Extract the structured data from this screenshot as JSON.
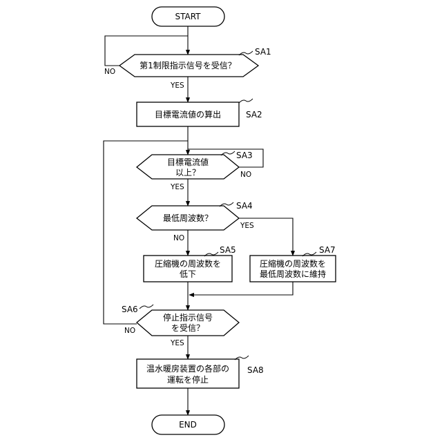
{
  "terminals": {
    "start": "START",
    "end": "END"
  },
  "steps": {
    "sa1": {
      "id": "SA1",
      "lines": [
        "第1制限指示信号を受信？"
      ]
    },
    "sa2": {
      "id": "SA2",
      "lines": [
        "目標電流値の算出"
      ]
    },
    "sa3": {
      "id": "SA3",
      "lines": [
        "目標電流値",
        "以上？"
      ]
    },
    "sa4": {
      "id": "SA4",
      "lines": [
        "最低周波数？"
      ]
    },
    "sa5": {
      "id": "SA5",
      "lines": [
        "圧縮機の周波数を",
        "低下"
      ]
    },
    "sa6": {
      "id": "SA6",
      "lines": [
        "停止指示信号",
        "を受信？"
      ]
    },
    "sa7": {
      "id": "SA7",
      "lines": [
        "圧縮機の周波数を",
        "最低周波数に維持"
      ]
    },
    "sa8": {
      "id": "SA8",
      "lines": [
        "温水暖房装置の各部の",
        "運転を停止"
      ]
    }
  },
  "branches": {
    "yes": "YES",
    "no": "NO"
  }
}
